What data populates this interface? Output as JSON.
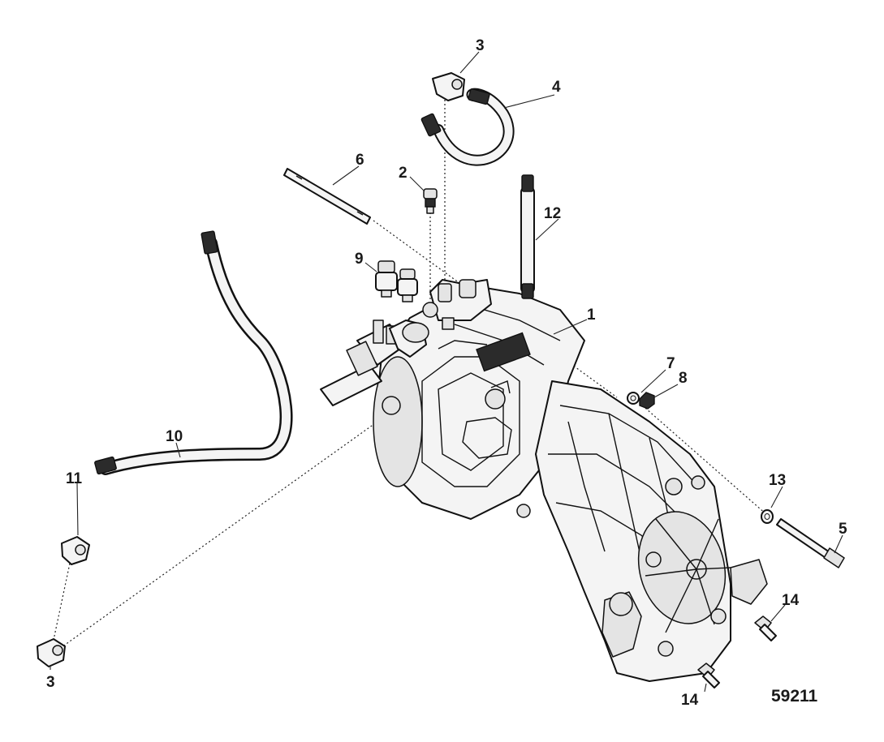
{
  "callouts": {
    "c1": "1",
    "c2": "2",
    "c3_top": "3",
    "c3_bottom": "3",
    "c4": "4",
    "c5": "5",
    "c6": "6",
    "c7": "7",
    "c8": "8",
    "c9": "9",
    "c10": "10",
    "c11": "11",
    "c12": "12",
    "c13": "13",
    "c14_right": "14",
    "c14_bottom": "14"
  },
  "figure_number": "59211"
}
